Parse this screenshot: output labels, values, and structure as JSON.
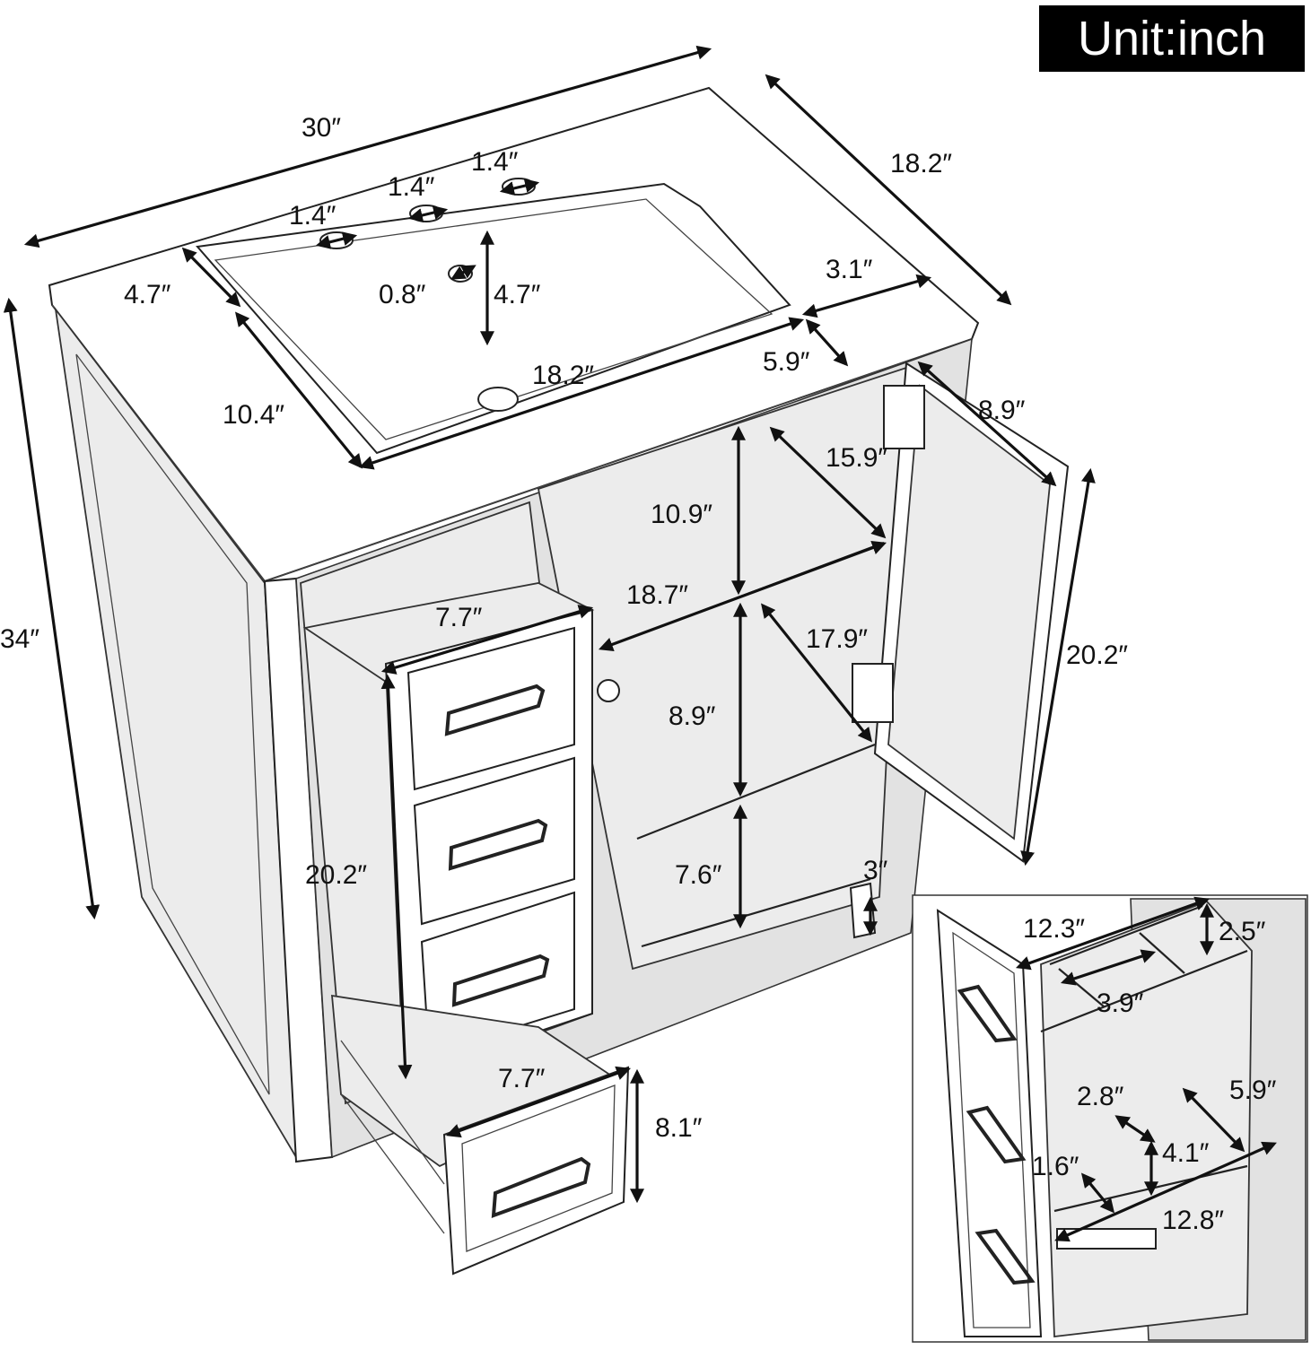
{
  "unit_label": "Unit:inch",
  "main_dimensions": {
    "width": "30″",
    "depth": "18.2″",
    "height": "34″",
    "faucet_hole_1": "1.4″",
    "faucet_hole_2": "1.4″",
    "faucet_hole_3": "1.4″",
    "basin_edge_offset": "4.7″",
    "basin_length": "4.7″",
    "drain_hole": "0.8″",
    "top_edge_right": "3.1″",
    "basin_width": "18.2″",
    "basin_front_offset": "5.9″",
    "basin_depth": "10.4″",
    "door_width": "8.9″",
    "cabinet_inner_depth": "15.9″",
    "upper_shelf_height": "10.9″",
    "interior_width": "18.7″",
    "lower_shelf_depth": "17.9″",
    "door_height": "20.2″",
    "middle_shelf_height": "8.9″",
    "bottom_shelf_height": "7.6″",
    "leg_height": "3″",
    "drawer_stack_height": "20.2″",
    "drawer_top_width": "7.7″",
    "drawer_bottom_width": "7.7″",
    "drawer_front_height": "8.1″"
  },
  "inset": {
    "tray_width": "12.3″",
    "tray_height": "2.5″",
    "divider_width": "3.9″",
    "compartment_depth": "2.8″",
    "drawer_depth": "5.9″",
    "inner_height": "4.1″",
    "side_height": "1.6″",
    "drawer_length": "12.8″"
  }
}
